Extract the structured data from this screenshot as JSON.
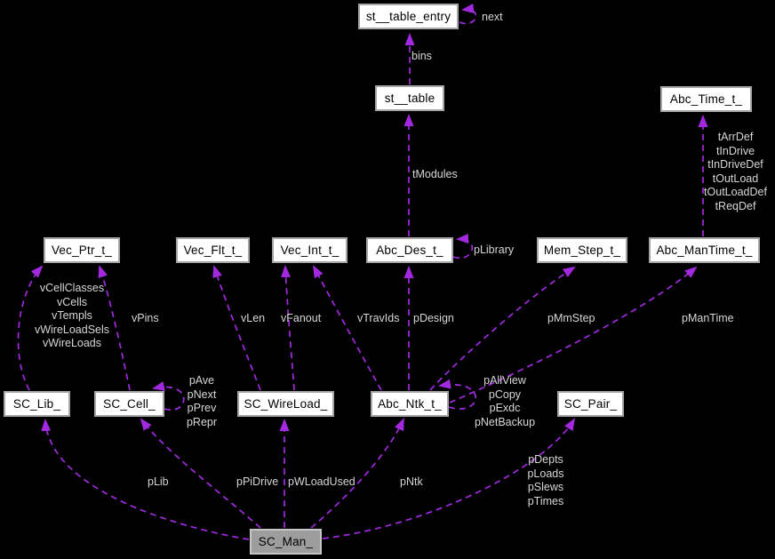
{
  "colors": {
    "background": "#000000",
    "node_fill": "#ffffff",
    "node_border": "#a6a6a6",
    "node_text": "#000000",
    "highlight_fill": "#9d9d9d",
    "edge": "#a229e0",
    "edge_label_text": "#d6d6d6"
  },
  "diagram": {
    "nodes": {
      "st_table_entry": {
        "label": "st__table_entry"
      },
      "st_table": {
        "label": "st__table"
      },
      "abc_time": {
        "label": "Abc_Time_t_"
      },
      "vec_ptr": {
        "label": "Vec_Ptr_t_"
      },
      "vec_flt": {
        "label": "Vec_Flt_t_"
      },
      "vec_int": {
        "label": "Vec_Int_t_"
      },
      "abc_des": {
        "label": "Abc_Des_t_"
      },
      "mem_step": {
        "label": "Mem_Step_t_"
      },
      "abc_mantime": {
        "label": "Abc_ManTime_t_"
      },
      "sc_lib": {
        "label": "SC_Lib_"
      },
      "sc_cell": {
        "label": "SC_Cell_"
      },
      "sc_wireload": {
        "label": "SC_WireLoad_"
      },
      "abc_ntk": {
        "label": "Abc_Ntk_t_"
      },
      "sc_pair": {
        "label": "SC_Pair_"
      },
      "sc_man": {
        "label": "SC_Man_"
      }
    },
    "labels": {
      "next": "next",
      "bins": "bins",
      "tmodules": "tModules",
      "plibrary": "pLibrary",
      "time_members": [
        "tArrDef",
        "tInDrive",
        "tInDriveDef",
        "tOutLoad",
        "tOutLoadDef",
        "tReqDef"
      ],
      "lib_vectors": [
        "vCellClasses",
        "vCells",
        "vTempls",
        "vWireLoadSels",
        "vWireLoads"
      ],
      "vpins": "vPins",
      "vlen": "vLen",
      "vfanout": "vFanout",
      "vtravids": "vTravIds",
      "pdesign": "pDesign",
      "pmmstep": "pMmStep",
      "pmantime": "pManTime",
      "cell_loop": [
        "pAve",
        "pNext",
        "pPrev",
        "pRepr"
      ],
      "ntk_loop": [
        "pAllView",
        "pCopy",
        "pExdc",
        "pNetBackup"
      ],
      "plib": "pLib",
      "ppidrive": "pPiDrive",
      "pwloadused": "pWLoadUsed",
      "pntk": "pNtk",
      "pair_members": [
        "pDepts",
        "pLoads",
        "pSlews",
        "pTimes"
      ]
    },
    "edges": [
      {
        "from": "st__table_entry",
        "to": "st__table_entry",
        "label": "next"
      },
      {
        "from": "st__table",
        "to": "st__table_entry",
        "label": "bins"
      },
      {
        "from": "Abc_Des_t_",
        "to": "st__table",
        "label": "tModules"
      },
      {
        "from": "Abc_Des_t_",
        "to": "Abc_Des_t_",
        "label": "pLibrary"
      },
      {
        "from": "Abc_ManTime_t_",
        "to": "Abc_Time_t_",
        "label": "tArrDef tInDrive tInDriveDef tOutLoad tOutLoadDef tReqDef"
      },
      {
        "from": "SC_Lib_",
        "to": "Vec_Ptr_t_",
        "label": "vCellClasses vCells vTempls vWireLoadSels vWireLoads"
      },
      {
        "from": "SC_Cell_",
        "to": "Vec_Ptr_t_",
        "label": "vPins"
      },
      {
        "from": "SC_Cell_",
        "to": "SC_Cell_",
        "label": "pAve pNext pPrev pRepr"
      },
      {
        "from": "SC_WireLoad_",
        "to": "Vec_Flt_t_",
        "label": "vLen"
      },
      {
        "from": "SC_WireLoad_",
        "to": "Vec_Int_t_",
        "label": "vFanout"
      },
      {
        "from": "Abc_Ntk_t_",
        "to": "Vec_Int_t_",
        "label": "vTravIds"
      },
      {
        "from": "Abc_Ntk_t_",
        "to": "Abc_Des_t_",
        "label": "pDesign"
      },
      {
        "from": "Abc_Ntk_t_",
        "to": "Mem_Step_t_",
        "label": "pMmStep"
      },
      {
        "from": "Abc_Ntk_t_",
        "to": "Abc_ManTime_t_",
        "label": "pManTime"
      },
      {
        "from": "Abc_Ntk_t_",
        "to": "Abc_Ntk_t_",
        "label": "pAllView pCopy pExdc pNetBackup"
      },
      {
        "from": "SC_Man_",
        "to": "SC_Lib_",
        "label": "pLib"
      },
      {
        "from": "SC_Man_",
        "to": "SC_Cell_",
        "label": "pPiDrive"
      },
      {
        "from": "SC_Man_",
        "to": "SC_WireLoad_",
        "label": "pWLoadUsed"
      },
      {
        "from": "SC_Man_",
        "to": "Abc_Ntk_t_",
        "label": "pNtk"
      },
      {
        "from": "SC_Man_",
        "to": "SC_Pair_",
        "label": "pDepts pLoads pSlews pTimes"
      }
    ]
  }
}
